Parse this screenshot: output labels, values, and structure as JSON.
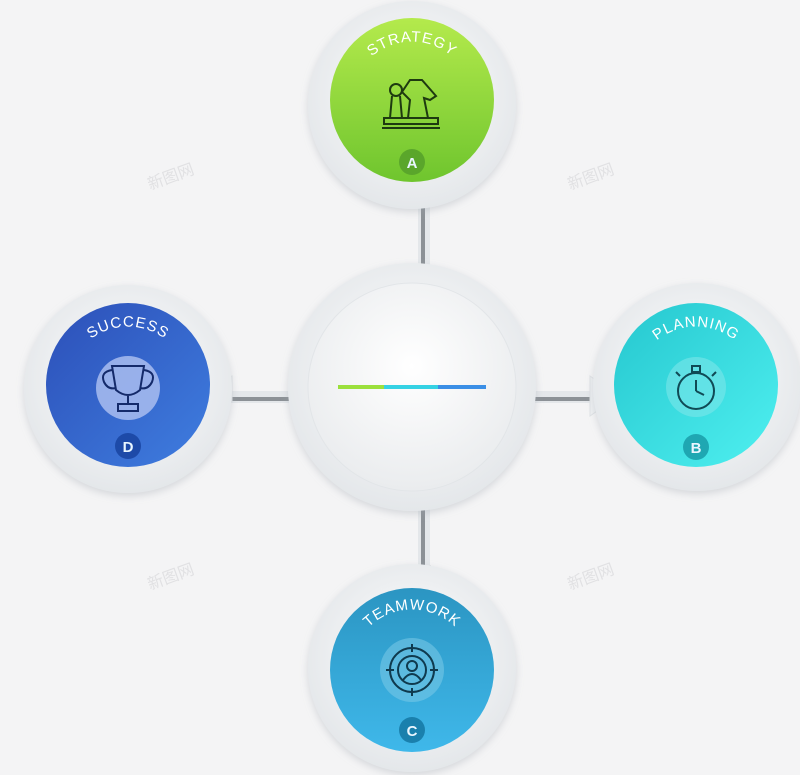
{
  "nodes": {
    "a": {
      "title": "STRATEGY",
      "letter": "A",
      "color": "#8fd63a",
      "icon": "chess-knight-pawn-icon"
    },
    "b": {
      "title": "PLANNING",
      "letter": "B",
      "color": "#2ed8de",
      "icon": "stopwatch-icon"
    },
    "c": {
      "title": "TEAMWORK",
      "letter": "C",
      "color": "#2aa3d3",
      "icon": "target-person-icon"
    },
    "d": {
      "title": "SUCCESS",
      "letter": "D",
      "color": "#3358c8",
      "icon": "trophy-icon"
    }
  },
  "center": {
    "accent_colors": [
      "#9be03c",
      "#35d2e4",
      "#3b8fe6"
    ]
  },
  "watermark": "新图网"
}
